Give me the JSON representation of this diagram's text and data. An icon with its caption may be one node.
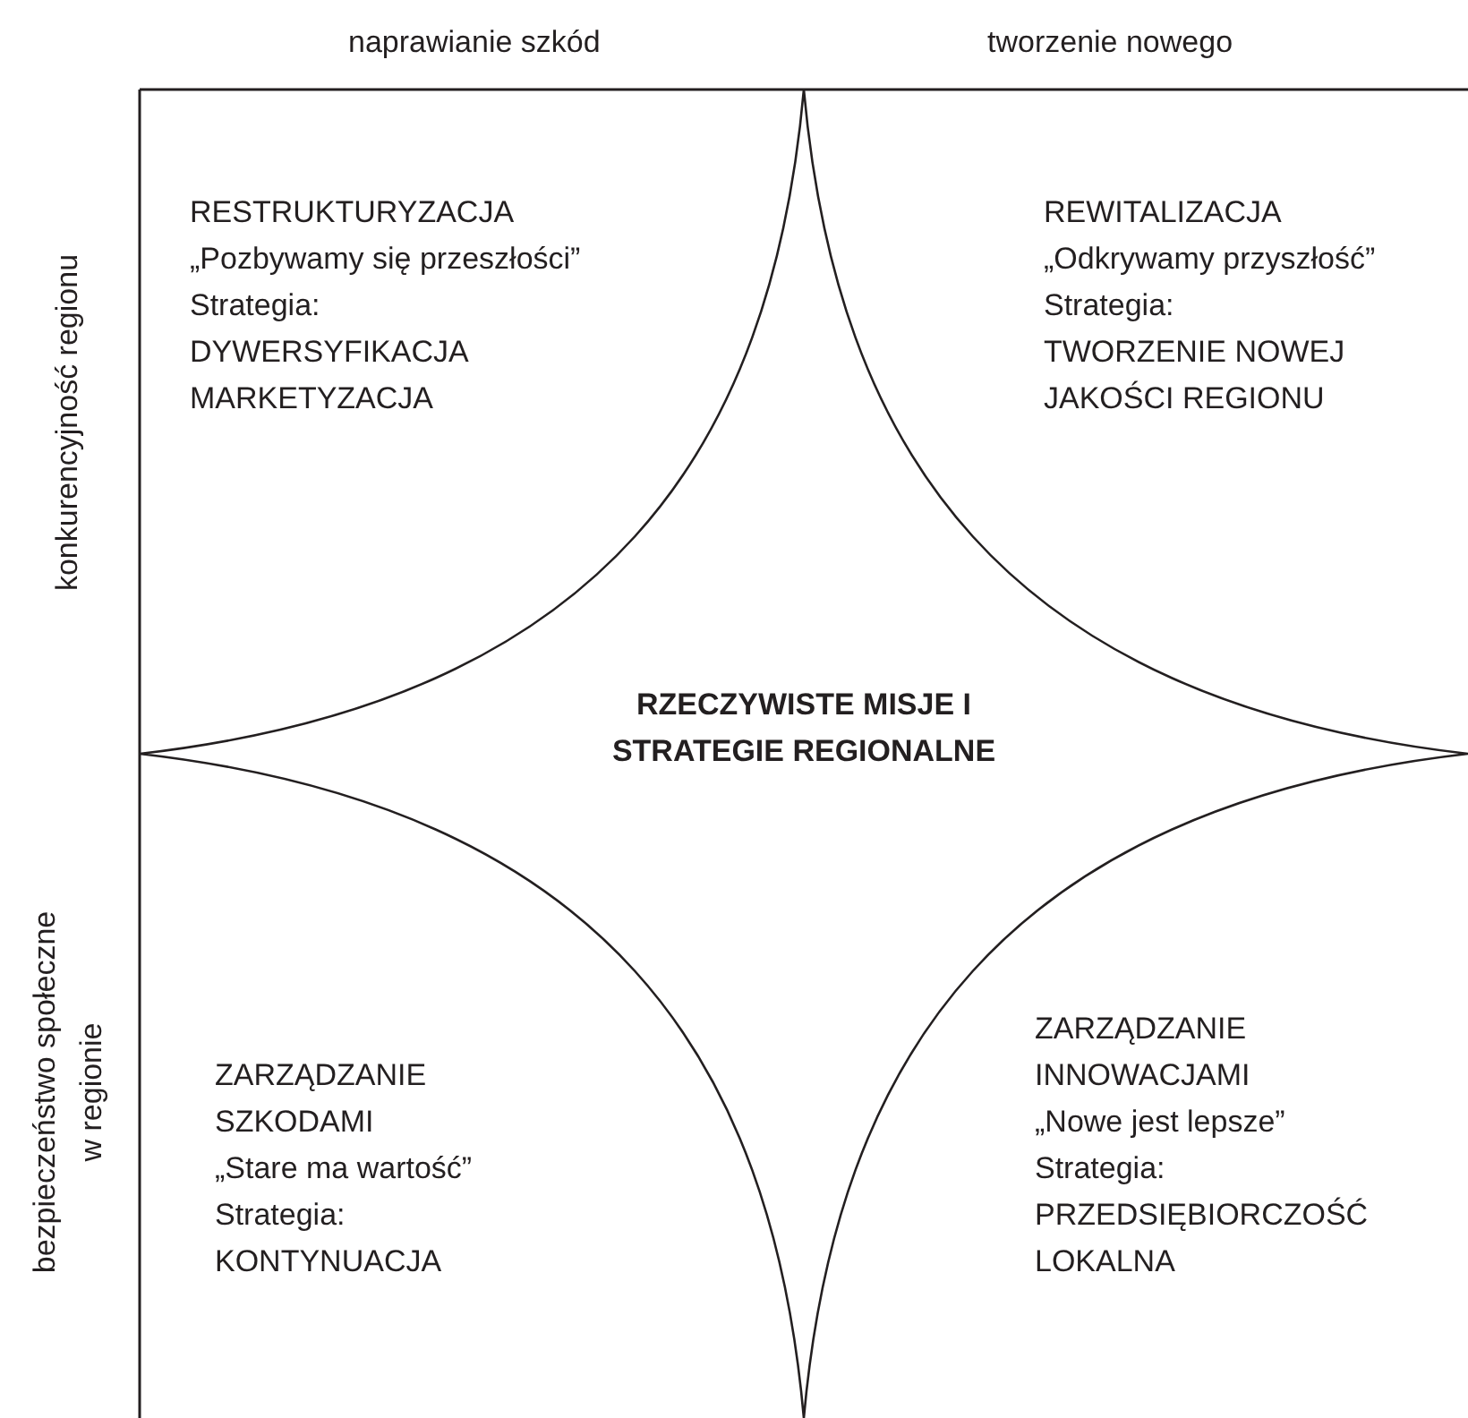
{
  "diagram": {
    "nodes": [
      {
        "text": [
          "RZECZYWISTE MISJE I STRATEGIE REGIONALNE"
        ]
      }
    ],
    "edges": [],
    "labels": [
      "naprawianie szkód",
      "tworzenie nowego",
      "konkurencyjność regionu",
      "RESTRUKTURYZACJA",
      "„Pozbywamy się przeszłości”",
      "Strategia:",
      "DYWERSYFIKACJA MARKETYZACJA",
      "REWITALIZACJA",
      "„Odkrywamy przyszłość”",
      "Strategia:",
      "TWORZENIE NOWEJ JAKOŚCI REGIONU",
      "bezpieczeństwo społeczne w regionie",
      "ZARZĄDZANIE SZKODAMI",
      "„Stare ma wartość”",
      "Strategia:",
      "KONTYNUACJA",
      "ZARZĄDZANIE INNOWACJAMI",
      "„Nowe jest lepsze”",
      "Strategia:",
      "PRZEDSIĘBIORCZOŚĆ LOKALNA"
    ]
  }
}
